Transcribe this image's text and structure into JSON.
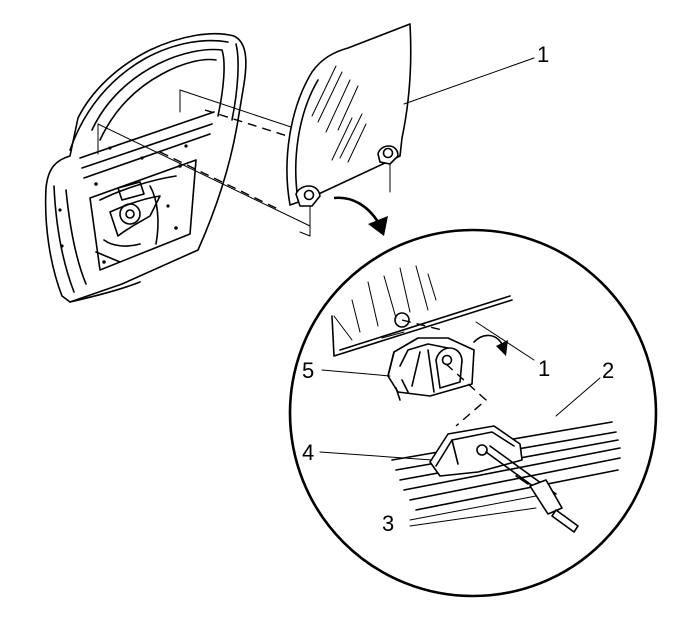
{
  "callouts": [
    {
      "id": "1",
      "text": "1"
    },
    {
      "id": "1b",
      "text": "1"
    },
    {
      "id": "2",
      "text": "2"
    },
    {
      "id": "3",
      "text": "3"
    },
    {
      "id": "4",
      "text": "4"
    },
    {
      "id": "5",
      "text": "5"
    }
  ]
}
